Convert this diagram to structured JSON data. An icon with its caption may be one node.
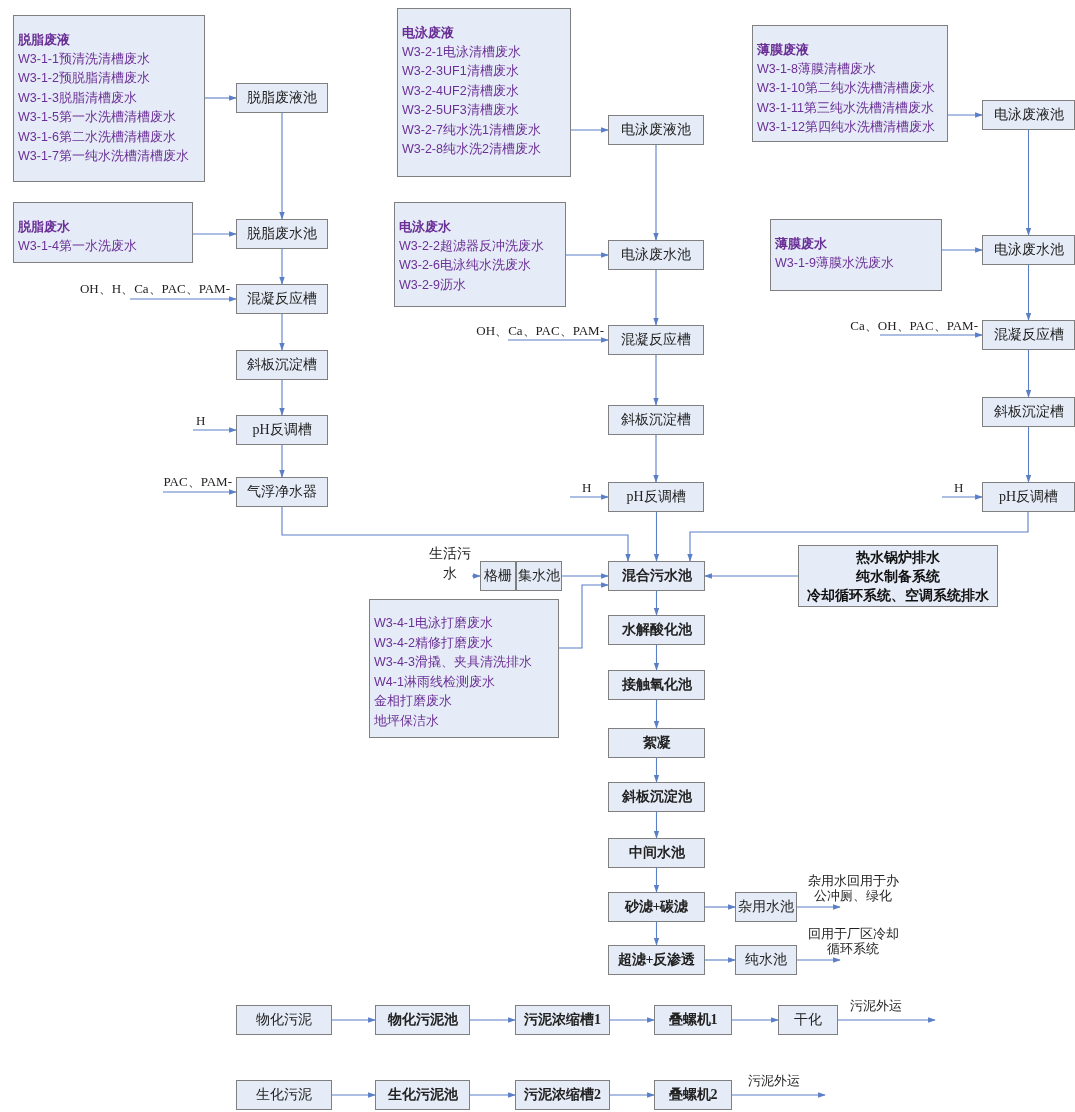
{
  "diagram": {
    "nodes": [
      {
        "text": [
          "脱脂废液",
          "W3-1-1预清洗清槽废水",
          "W3-1-2预脱脂清槽废水",
          "W3-1-3脱脂清槽废水",
          "W3-1-5第一水洗槽清槽废水",
          "W3-1-6第二水洗槽清槽废水",
          "W3-1-7第一纯水洗槽清槽废水"
        ]
      },
      {
        "text": [
          "脱脂废液池"
        ]
      },
      {
        "text": [
          "脱脂废水",
          "W3-1-4第一水洗废水"
        ]
      },
      {
        "text": [
          "脱脂废水池"
        ]
      },
      {
        "text": [
          "混凝反应槽"
        ]
      },
      {
        "text": [
          "斜板沉淀槽"
        ]
      },
      {
        "text": [
          "pH反调槽"
        ]
      },
      {
        "text": [
          "气浮净水器"
        ]
      },
      {
        "text": [
          "电泳废液",
          "W3-2-1电泳清槽废水",
          "W3-2-3UF1清槽废水",
          "W3-2-4UF2清槽废水",
          "W3-2-5UF3清槽废水",
          "W3-2-7纯水洗1清槽废水",
          "W3-2-8纯水洗2清槽废水"
        ]
      },
      {
        "text": [
          "电泳废液池"
        ]
      },
      {
        "text": [
          "电泳废水",
          "W3-2-2超滤器反冲洗废水",
          "W3-2-6电泳纯水洗废水",
          "W3-2-9沥水"
        ]
      },
      {
        "text": [
          "电泳废水池"
        ]
      },
      {
        "text": [
          "混凝反应槽"
        ]
      },
      {
        "text": [
          "斜板沉淀槽"
        ]
      },
      {
        "text": [
          "pH反调槽"
        ]
      },
      {
        "text": [
          "薄膜废液",
          "W3-1-8薄膜清槽废水",
          "W3-1-10第二纯水洗槽清槽废水",
          "W3-1-11第三纯水洗槽清槽废水",
          "W3-1-12第四纯水洗槽清槽废水"
        ]
      },
      {
        "text": [
          "电泳废液池"
        ]
      },
      {
        "text": [
          "薄膜废水",
          "W3-1-9薄膜水洗废水"
        ]
      },
      {
        "text": [
          "电泳废水池"
        ]
      },
      {
        "text": [
          "混凝反应槽"
        ]
      },
      {
        "text": [
          "斜板沉淀槽"
        ]
      },
      {
        "text": [
          "pH反调槽"
        ]
      },
      {
        "text": [
          "生活污水"
        ]
      },
      {
        "text": [
          "格栅"
        ]
      },
      {
        "text": [
          "集水池"
        ]
      },
      {
        "text": [
          "W3-4-1电泳打磨废水",
          "W3-4-2精修打磨废水",
          "W3-4-3滑撬、夹具清洗排水",
          "W4-1淋雨线检测废水",
          "金相打磨废水",
          "地坪保洁水"
        ]
      },
      {
        "text": [
          "混合污水池"
        ]
      },
      {
        "text": [
          "热水锅炉排水",
          "纯水制备系统",
          "冷却循环系统、空调系统排水"
        ]
      },
      {
        "text": [
          "水解酸化池"
        ]
      },
      {
        "text": [
          "接触氧化池"
        ]
      },
      {
        "text": [
          "絮凝"
        ]
      },
      {
        "text": [
          "斜板沉淀池"
        ]
      },
      {
        "text": [
          "中间水池"
        ]
      },
      {
        "text": [
          "砂滤+碳滤"
        ]
      },
      {
        "text": [
          "杂用水池"
        ]
      },
      {
        "text": [
          "超滤+反渗透"
        ]
      },
      {
        "text": [
          "纯水池"
        ]
      },
      {
        "text": [
          "物化污泥"
        ]
      },
      {
        "text": [
          "物化污泥池"
        ]
      },
      {
        "text": [
          "污泥浓缩槽1"
        ]
      },
      {
        "text": [
          "叠螺机1"
        ]
      },
      {
        "text": [
          "干化"
        ]
      },
      {
        "text": [
          "生化污泥"
        ]
      },
      {
        "text": [
          "生化污泥池"
        ]
      },
      {
        "text": [
          "污泥浓缩槽2"
        ]
      },
      {
        "text": [
          "叠螺机2"
        ]
      }
    ],
    "edges": [
      {
        "from": 0,
        "to": 1,
        "arrow": "to"
      },
      {
        "from": 1,
        "to": 3,
        "arrow": "to"
      },
      {
        "from": 2,
        "to": 3,
        "arrow": "to"
      },
      {
        "from": 3,
        "to": 4,
        "arrow": "to"
      },
      {
        "from": null,
        "to": 4,
        "arrow": "to",
        "label": "OH、H、Ca、PAC、PAM-"
      },
      {
        "from": 4,
        "to": 5,
        "arrow": "to"
      },
      {
        "from": 5,
        "to": 6,
        "arrow": "to"
      },
      {
        "from": null,
        "to": 6,
        "arrow": "to",
        "label": "H"
      },
      {
        "from": 6,
        "to": 7,
        "arrow": "to"
      },
      {
        "from": null,
        "to": 7,
        "arrow": "to",
        "label": "PAC、PAM-"
      },
      {
        "from": 7,
        "to": 26,
        "arrow": "to"
      },
      {
        "from": 8,
        "to": 9,
        "arrow": "to"
      },
      {
        "from": 9,
        "to": 11,
        "arrow": "to"
      },
      {
        "from": 10,
        "to": 11,
        "arrow": "to"
      },
      {
        "from": 11,
        "to": 12,
        "arrow": "to"
      },
      {
        "from": null,
        "to": 12,
        "arrow": "to",
        "label": "OH、Ca、PAC、PAM-"
      },
      {
        "from": 12,
        "to": 13,
        "arrow": "to"
      },
      {
        "from": 13,
        "to": 14,
        "arrow": "to"
      },
      {
        "from": null,
        "to": 14,
        "arrow": "to",
        "label": "H"
      },
      {
        "from": 14,
        "to": 26,
        "arrow": "to"
      },
      {
        "from": 15,
        "to": 16,
        "arrow": "to"
      },
      {
        "from": 16,
        "to": 18,
        "arrow": "to"
      },
      {
        "from": 17,
        "to": 18,
        "arrow": "to"
      },
      {
        "from": 18,
        "to": 19,
        "arrow": "to"
      },
      {
        "from": null,
        "to": 19,
        "arrow": "to",
        "label": "Ca、OH、PAC、PAM-"
      },
      {
        "from": 19,
        "to": 20,
        "arrow": "to"
      },
      {
        "from": 20,
        "to": 21,
        "arrow": "to"
      },
      {
        "from": null,
        "to": 21,
        "arrow": "to",
        "label": "H"
      },
      {
        "from": 21,
        "to": 26,
        "arrow": "to"
      },
      {
        "from": 22,
        "to": 23,
        "arrow": "to"
      },
      {
        "from": 24,
        "to": 26,
        "arrow": "to"
      },
      {
        "from": 25,
        "to": 26,
        "arrow": "to"
      },
      {
        "from": 27,
        "to": 26,
        "arrow": "to"
      },
      {
        "from": 26,
        "to": 28,
        "arrow": "to"
      },
      {
        "from": 28,
        "to": 29,
        "arrow": "to"
      },
      {
        "from": 29,
        "to": 30,
        "arrow": "to"
      },
      {
        "from": 30,
        "to": 31,
        "arrow": "to"
      },
      {
        "from": 31,
        "to": 32,
        "arrow": "to"
      },
      {
        "from": 32,
        "to": 33,
        "arrow": "to"
      },
      {
        "from": 33,
        "to": 34,
        "arrow": "to"
      },
      {
        "from": 34,
        "to": null,
        "arrow": "to",
        "label": "杂用水回用于办公冲厕、绿化"
      },
      {
        "from": 33,
        "to": 35,
        "arrow": "to"
      },
      {
        "from": 35,
        "to": 36,
        "arrow": "to"
      },
      {
        "from": 36,
        "to": null,
        "arrow": "to",
        "label": "回用于厂区冷却循环系统"
      },
      {
        "from": 37,
        "to": 38,
        "arrow": "to"
      },
      {
        "from": 38,
        "to": 39,
        "arrow": "to"
      },
      {
        "from": 39,
        "to": 40,
        "arrow": "to"
      },
      {
        "from": 40,
        "to": 41,
        "arrow": "to"
      },
      {
        "from": 41,
        "to": null,
        "arrow": "to",
        "label": "污泥外运"
      },
      {
        "from": 42,
        "to": 43,
        "arrow": "to"
      },
      {
        "from": 43,
        "to": 44,
        "arrow": "to"
      },
      {
        "from": 44,
        "to": 45,
        "arrow": "to"
      },
      {
        "from": 45,
        "to": null,
        "arrow": "to",
        "label": "污泥外运"
      }
    ]
  }
}
